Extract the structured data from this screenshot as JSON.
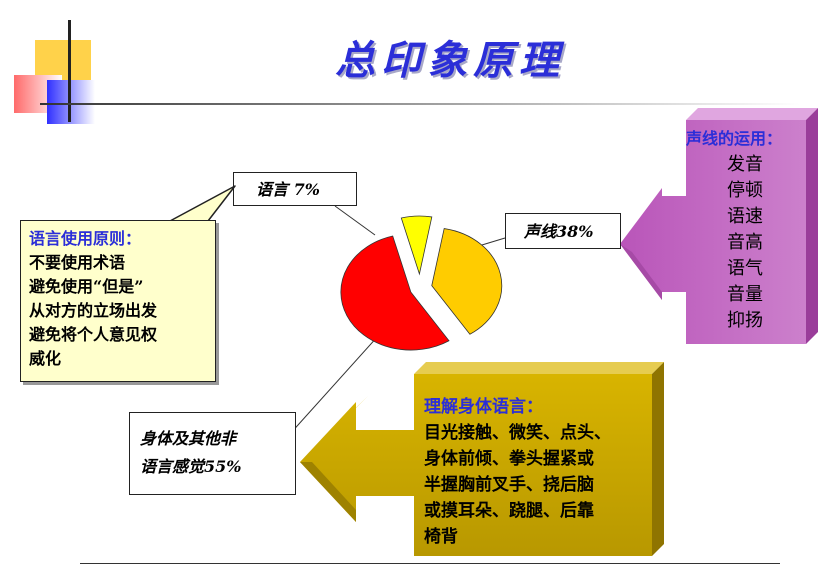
{
  "title": "总印象原理",
  "chart_data": {
    "type": "pie",
    "slices": [
      {
        "label": "语言 7%",
        "value": 7,
        "color": "#ffff00"
      },
      {
        "label": "声线38%",
        "value": 38,
        "color": "#ffcc00"
      },
      {
        "label": "身体及其他非语言感觉55%",
        "value": 55,
        "color": "#ff0000"
      }
    ]
  },
  "callouts": {
    "language": "语言 7%",
    "voice": "声线38%",
    "body_line1": "身体及其他非",
    "body_line2": "语言感觉55%"
  },
  "language_rules": {
    "heading": "语言使用原则：",
    "items": [
      "不要使用术语",
      "避免使用“但是”",
      "从对方的立场出发",
      "避免将个人意见权",
      "威化"
    ]
  },
  "voice_usage": {
    "heading": "声线的运用：",
    "items": [
      "发音",
      "停顿",
      "语速",
      "音高",
      "语气",
      "音量",
      "抑扬"
    ]
  },
  "body_language": {
    "heading": "理解身体语言：",
    "items": [
      "目光接触、微笑、点头、",
      "身体前倾、拳头握紧或",
      "半握胸前叉手、挠后脑",
      "或摸耳朵、跷腿、后靠",
      "椅背"
    ]
  },
  "colors": {
    "title_blue": "#2b2ed8",
    "purple_arrow": "#cc77cc",
    "gold_arrow": "#c8a800",
    "note_yellow": "#ffffcc"
  }
}
